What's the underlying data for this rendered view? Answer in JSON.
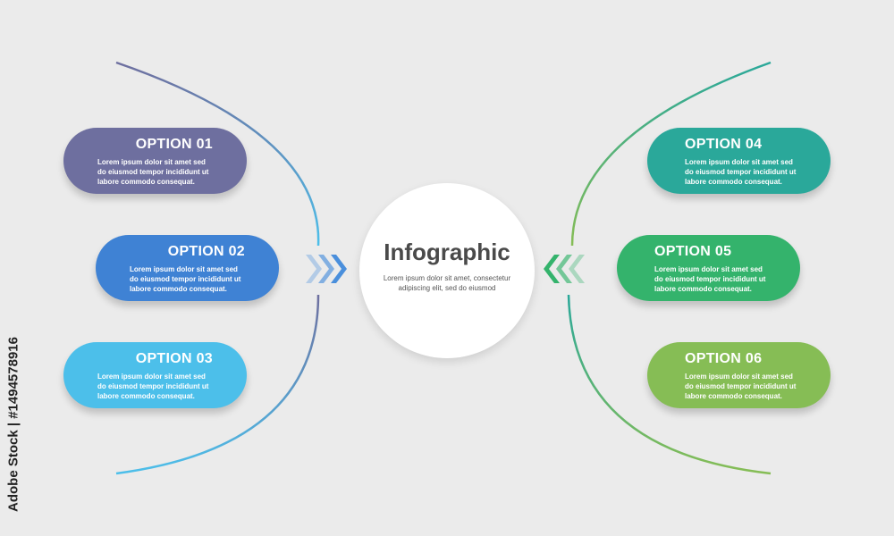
{
  "center": {
    "title": "Infographic",
    "text": "Lorem ipsum dolor sit amet, consectetur adipiscing elit, sed do eiusmod"
  },
  "options": [
    {
      "title": "OPTION 01",
      "text": "Lorem ipsum dolor sit amet sed do eiusmod tempor incididunt ut labore commodo consequat.",
      "color": "#6e6f9f"
    },
    {
      "title": "OPTION 02",
      "text": "Lorem ipsum dolor sit amet sed do eiusmod tempor incididunt ut labore commodo consequat.",
      "color": "#3f82d4"
    },
    {
      "title": "OPTION 03",
      "text": "Lorem ipsum dolor sit amet sed do eiusmod tempor incididunt ut labore commodo consequat.",
      "color": "#4cbfea"
    },
    {
      "title": "OPTION 04",
      "text": "Lorem ipsum dolor sit amet sed do eiusmod tempor incididunt ut labore commodo consequat.",
      "color": "#2aa89a"
    },
    {
      "title": "OPTION 05",
      "text": "Lorem ipsum dolor sit amet sed do eiusmod tempor incididunt ut labore commodo consequat.",
      "color": "#34b36c"
    },
    {
      "title": "OPTION 06",
      "text": "Lorem ipsum dolor sit amet sed do eiusmod tempor incididunt ut labore commodo consequat.",
      "color": "#86bd55"
    }
  ],
  "colors": {
    "left_arc_top": "#6e6f9f",
    "left_arc_bottom": "#4cbfea",
    "right_arc_top": "#2aa89a",
    "right_arc_bottom": "#86bd55",
    "left_chevron": "#4a8fdc",
    "right_chevron": "#34b36c"
  },
  "watermark": "Adobe Stock | #1494578916"
}
